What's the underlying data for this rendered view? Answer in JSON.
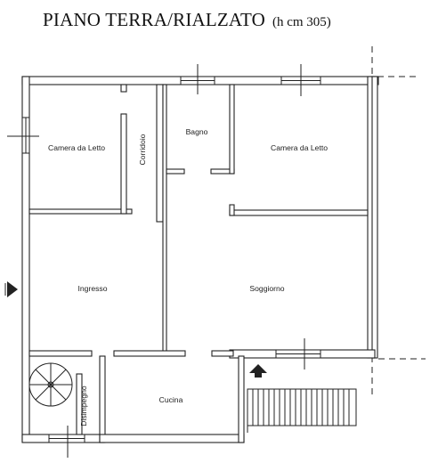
{
  "title": {
    "main": "PIANO TERRA/RIALZATO",
    "sub": "(h cm 305)"
  },
  "rooms": {
    "camera_letto_1": "Camera da Letto",
    "corridoio": "Corridoio",
    "bagno": "Bagno",
    "camera_letto_2": "Camera da Letto",
    "ingresso": "Ingresso",
    "soggiorno": "Soggiorno",
    "cucina": "Cucina",
    "disimpegno": "Disimpegno"
  },
  "icons": {
    "entrance_arrow": "entrance-arrow-icon",
    "north_arrow": "arrow-up-icon",
    "spiral_stair": "spiral-staircase-icon",
    "external_stair": "external-staircase-icon"
  },
  "colors": {
    "ink": "#222222",
    "background": "#ffffff"
  }
}
